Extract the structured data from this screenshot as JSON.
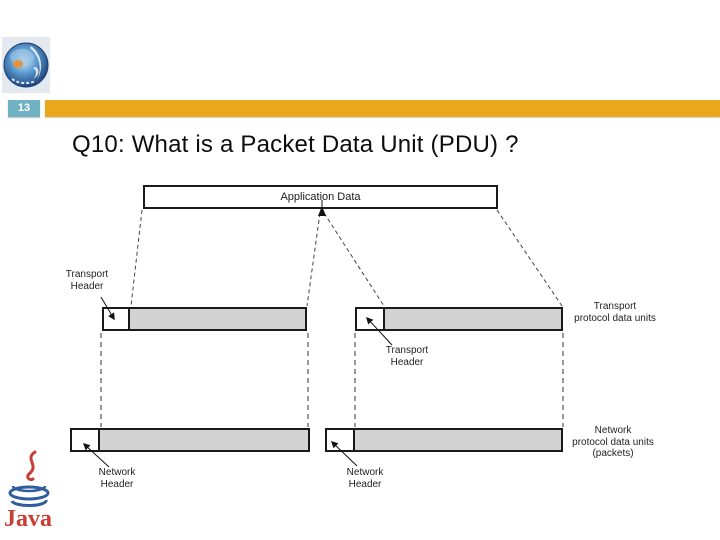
{
  "slide": {
    "page_number": "13",
    "title": "Q10: What is a Packet Data Unit (PDU) ?"
  },
  "icons": {
    "globe_logo": "globe-world-logo",
    "java_logo": "java-coffee-cup-logo",
    "java_logo_text": "Java"
  },
  "colors": {
    "accent_bar": "#E9A81B",
    "page_number_bg": "#70B2C4",
    "box_fill_gray": "#D3D3D3",
    "box_border": "#1A1A1A",
    "java_red": "#CA3D34",
    "java_blue": "#2E5C9E"
  },
  "diagram": {
    "application_data_label": "Application Data",
    "transport_header_left": {
      "line1": "Transport",
      "line2": "Header"
    },
    "transport_header_mid": {
      "line1": "Transport",
      "line2": "Header"
    },
    "transport_pdu_label": {
      "line1": "Transport",
      "line2": "protocol data units"
    },
    "network_header_left": {
      "line1": "Network",
      "line2": "Header"
    },
    "network_header_mid": {
      "line1": "Network",
      "line2": "Header"
    },
    "network_pdu_label": {
      "line1": "Network",
      "line2": "protocol data units",
      "line3": "(packets)"
    }
  }
}
